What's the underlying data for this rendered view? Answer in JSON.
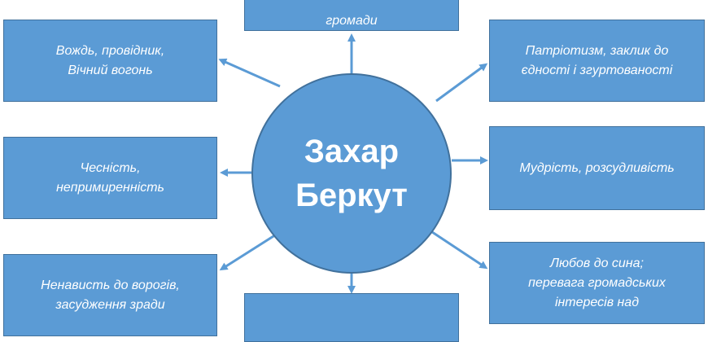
{
  "center": {
    "title": "Захар\nБеркут"
  },
  "boxes": {
    "top": "громади",
    "top_left": "Вождь, провідник,\nВічний вогонь",
    "top_right": "Патріотизм, заклик до\nєдності і згуртованості",
    "mid_left": "Чесність,\nнепримиренність",
    "mid_right": "Мудрість, розсудливість",
    "bottom_left": "Ненависть до ворогів,\nзасудження зради",
    "bottom_center": "",
    "bottom_right": "Любов до сина;\nперевага громадських\nінтересів над"
  },
  "colors": {
    "fill": "#5b9bd5",
    "stroke": "#41719c",
    "text": "#ffffff"
  }
}
